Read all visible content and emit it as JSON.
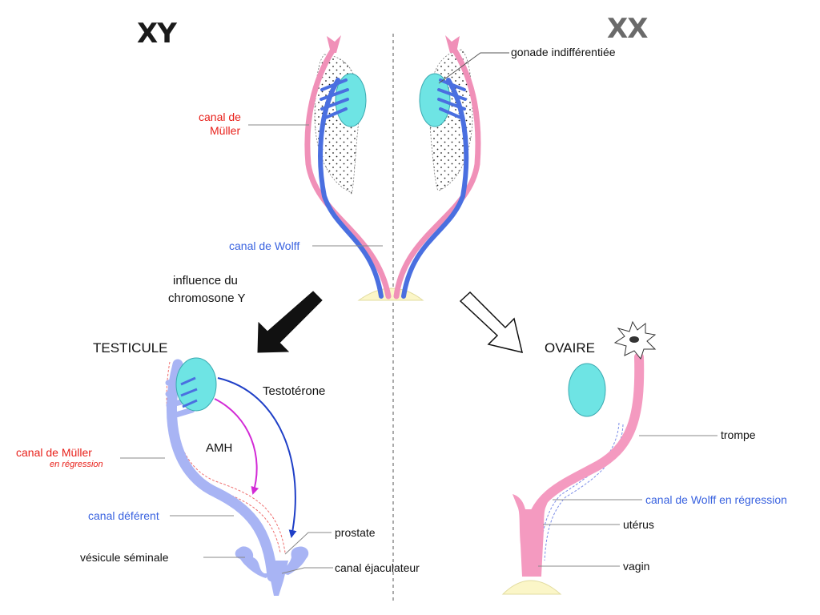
{
  "karyotypes": {
    "male": "XY",
    "female": "XX"
  },
  "labels": {
    "gonade": "gonade indifférentiée",
    "muller_line1": "canal de",
    "muller_line2": "Müller",
    "wolff": "canal de Wolff",
    "influence_line1": "influence du",
    "influence_line2": "chromosone Y",
    "testicule": "TESTICULE",
    "ovaire": "OVAIRE",
    "testosterone": "Testotérone",
    "amh": "AMH",
    "muller_regression": "canal de Müller",
    "en_regression": "en régression",
    "canal_deferent": "canal déférent",
    "vesicule": "vésicule séminale",
    "prostate": "prostate",
    "ejaculateur": "canal éjaculateur",
    "trompe": "trompe",
    "wolff_regression": "canal de Wolff en régression",
    "uterus": "utérus",
    "vagin": "vagin"
  },
  "colors": {
    "muller_pink": "#f090b8",
    "wolff_blue": "#4a6fe0",
    "gonad_cyan": "#6ee4e4",
    "amh_magenta": "#d22ad6",
    "testosterone_blue": "#1f3fc7",
    "label_red": "#e8201a",
    "label_blue": "#3a63e0"
  }
}
